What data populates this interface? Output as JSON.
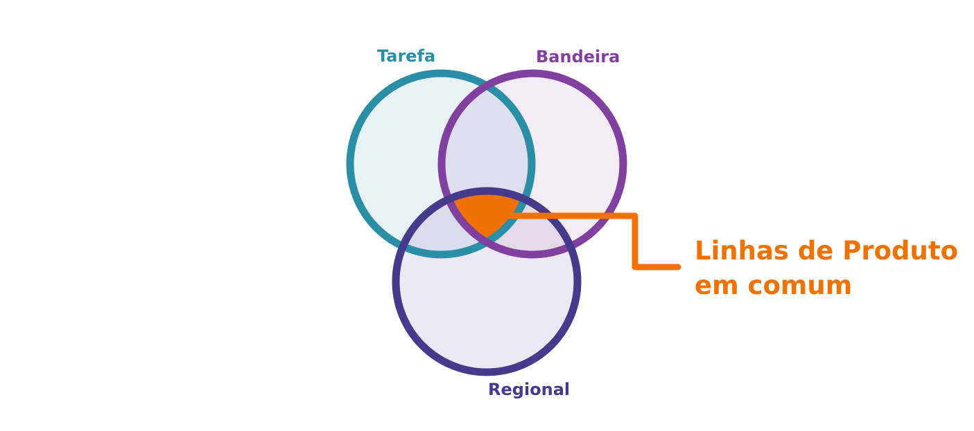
{
  "sets": [
    {
      "key": "tarefa",
      "label": "Tarefa",
      "color": "#2a8fa6",
      "fill": "#e8f2f5"
    },
    {
      "key": "bandeira",
      "label": "Bandeira",
      "color": "#8040a0",
      "fill": "#f2ecf4"
    },
    {
      "key": "regional",
      "label": "Regional",
      "color": "#453a8c",
      "fill": "#ece9f4"
    }
  ],
  "overlap_colors": {
    "tarefa_bandeira": "#dde0ec",
    "tarefa_regional": "#dbdce9",
    "bandeira_regional": "#e4d9e9"
  },
  "highlight": {
    "text_line1": "Linhas de Produto",
    "text_line2": "em comum",
    "color": "#f07000"
  }
}
